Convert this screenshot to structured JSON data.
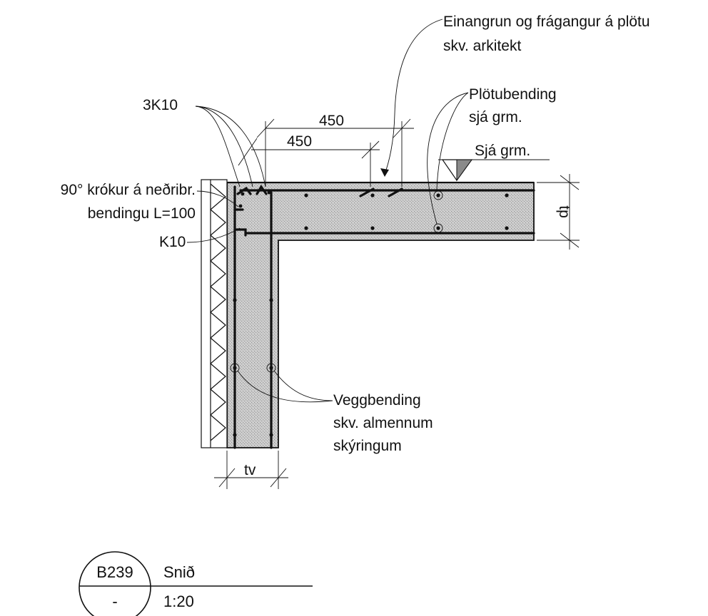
{
  "labels": {
    "insulation_line1": "Einangrun og frágangur á plötu",
    "insulation_line2": "skv. arkitekt",
    "slab_rebar_line1": "Plötubending",
    "slab_rebar_line2": "sjá grm.",
    "level_mark": "Sjá grm.",
    "bars_3k10": "3K10",
    "dim_450_outer": "450",
    "dim_450_inner": "450",
    "hook_line1": "90° krókur á neðribr.",
    "hook_line2": "bendingu L=100",
    "bar_k10": "K10",
    "slab_thickness": "tp",
    "wall_rebar_line1": "Veggbending",
    "wall_rebar_line2": "skv. almennum",
    "wall_rebar_line3": "skýringum",
    "wall_thickness": "tv"
  },
  "title_block": {
    "detail_id": "B239",
    "sheet_ref": "-",
    "title": "Snið",
    "scale": "1:20"
  }
}
